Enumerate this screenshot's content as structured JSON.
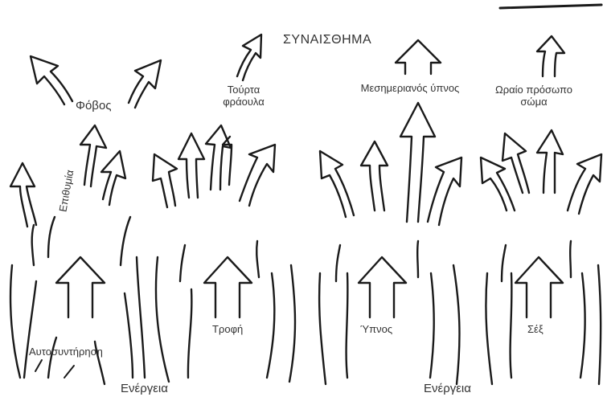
{
  "title": "ΣΥΝΑΙΣΘΗΜΑ",
  "columns": [
    {
      "base_label": "Αυτοσυντήρηση",
      "top_labels": [
        "Φόβος",
        "Επιθυμία"
      ]
    },
    {
      "base_label": "Τροφή",
      "top_labels": [
        "Τούρτα φράουλα"
      ]
    },
    {
      "base_label": "Ύπνος",
      "top_labels": [
        "Μεσημεριανός ύπνος"
      ]
    },
    {
      "base_label": "Σέξ",
      "top_labels": [
        "Ωραίο πρόσωπο σώμα"
      ]
    }
  ],
  "energy_labels": [
    "Ενέργεια",
    "Ενέργεια"
  ]
}
